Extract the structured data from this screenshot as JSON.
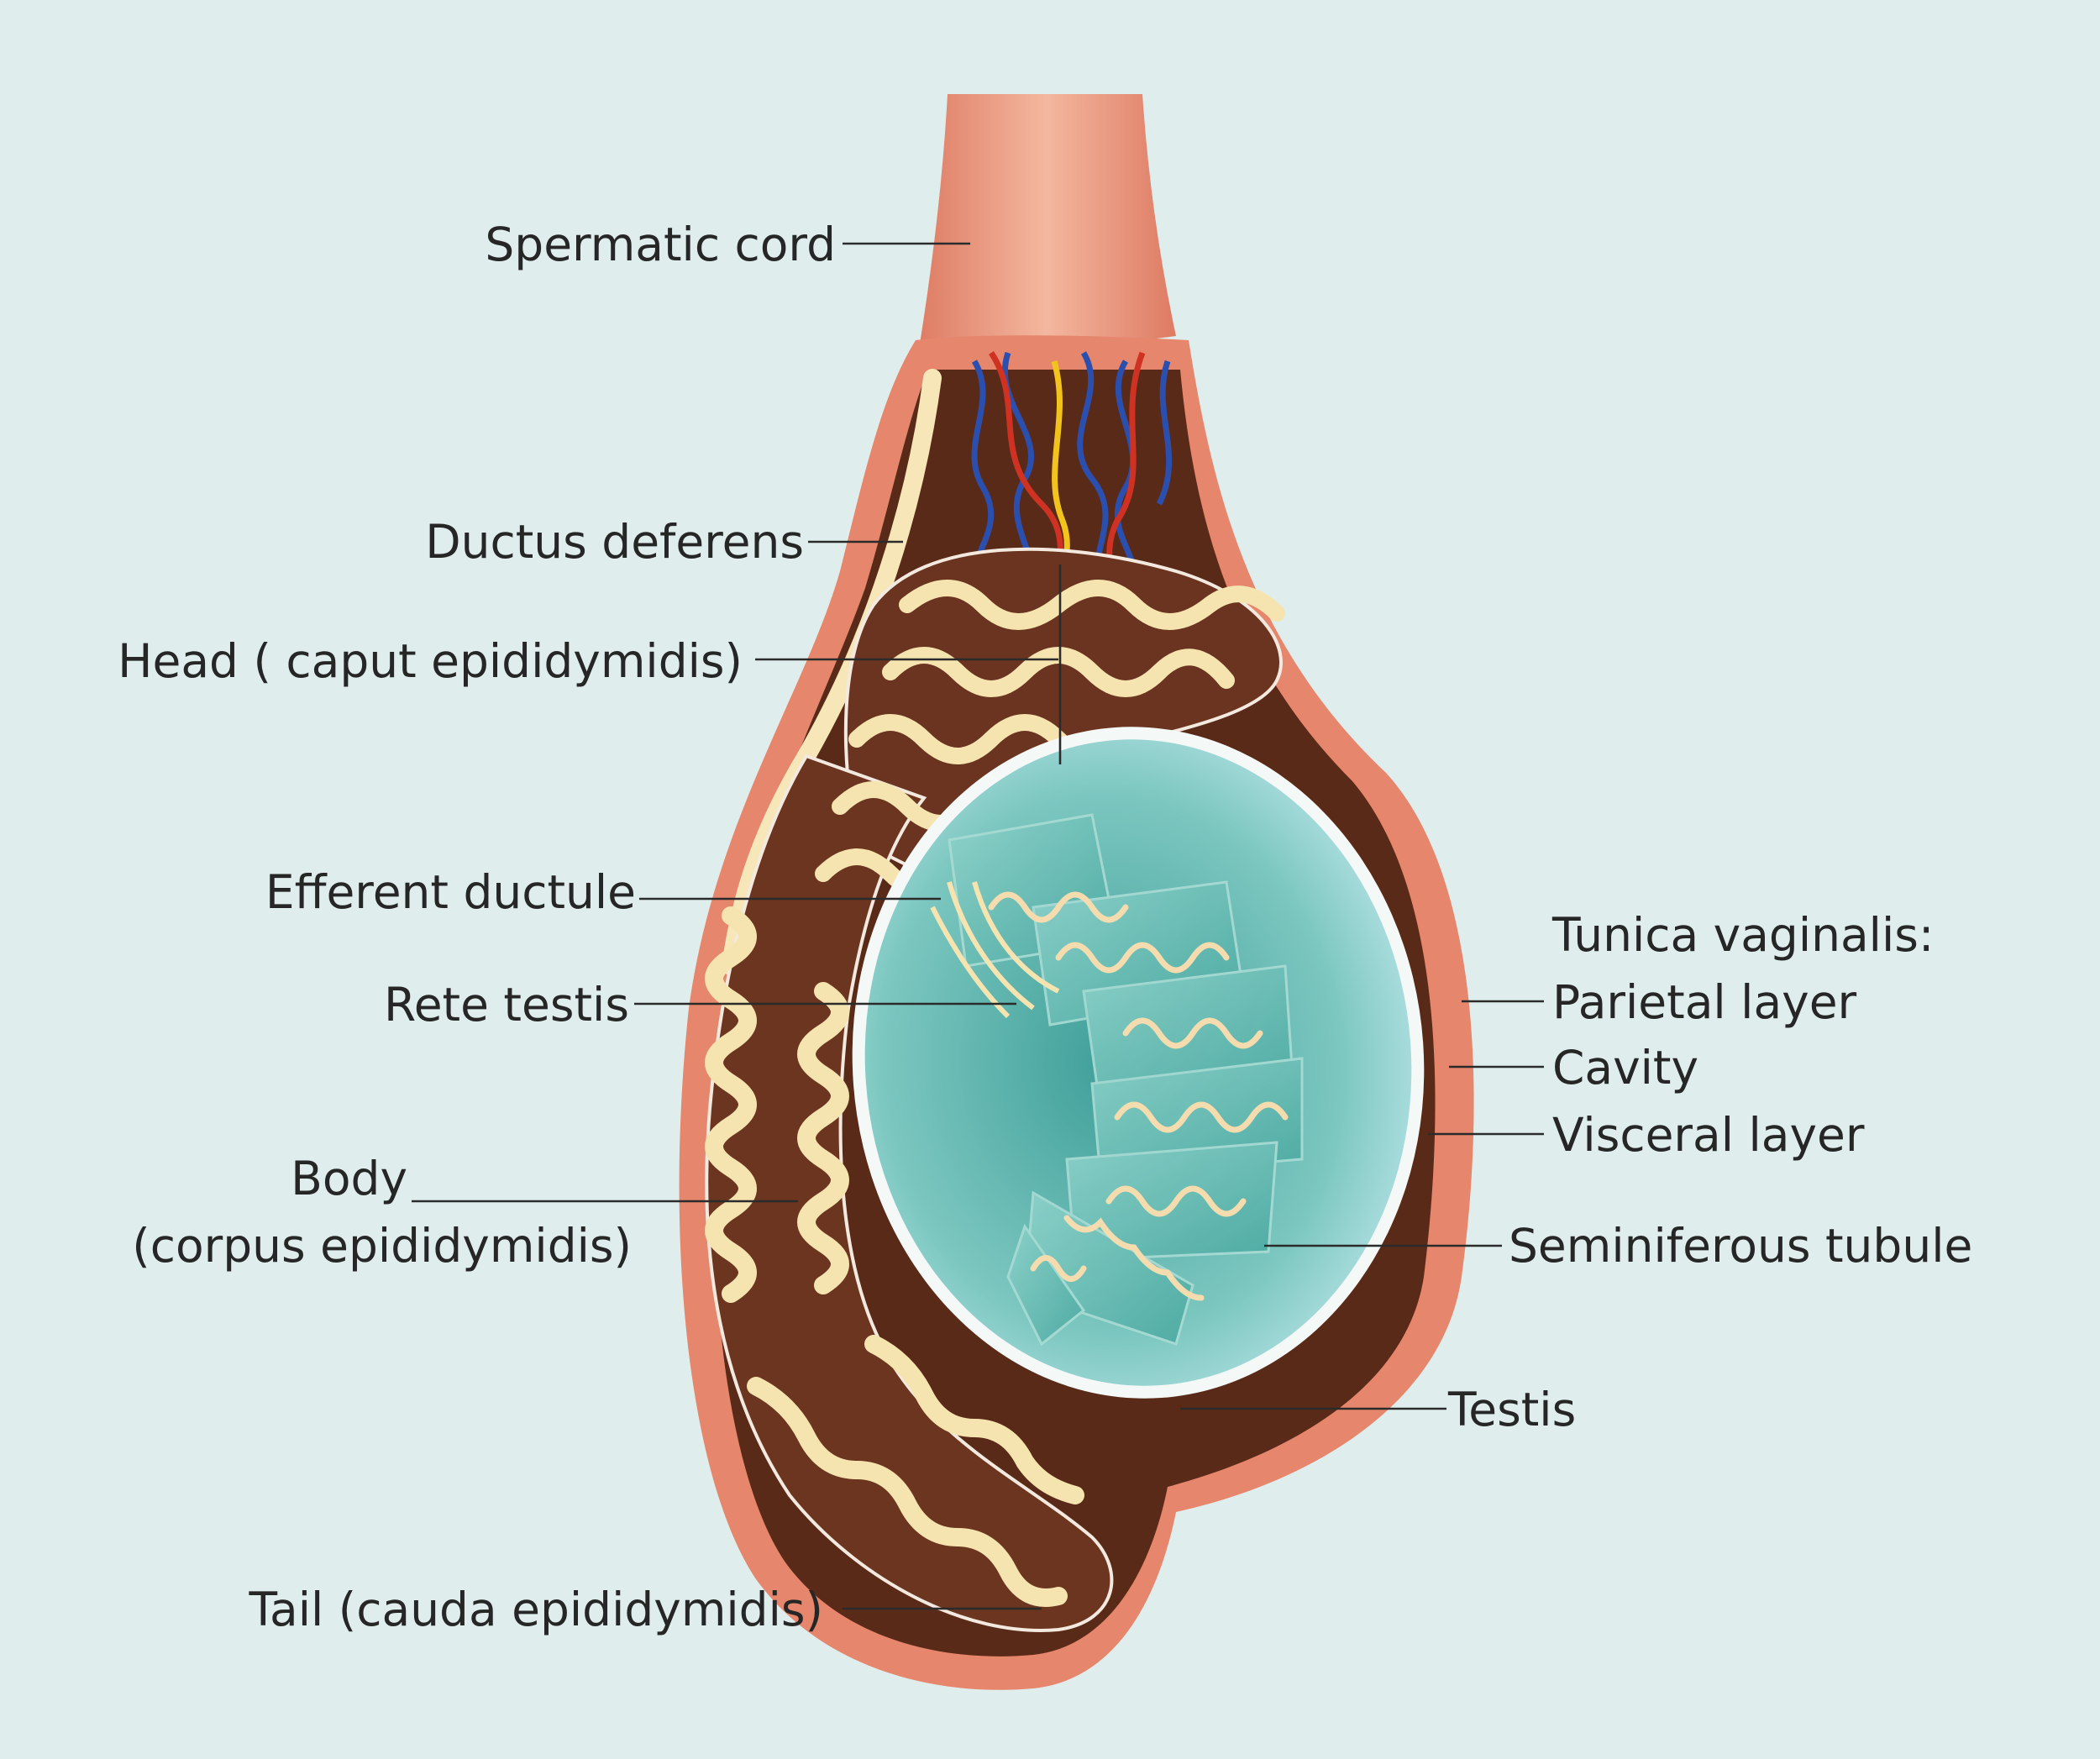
{
  "colors": {
    "background": "#dfeeed",
    "skin": "#e98a72",
    "cavity": "#5a2a18",
    "testis": "#5fb8b0",
    "tubule": "#f6e8c0",
    "vein": "#2b4fae",
    "artery": "#cf3222",
    "nerve": "#f2c31c"
  },
  "labels": {
    "spermatic_cord": "Spermatic cord",
    "ductus_deferens": "Ductus deferens",
    "head": "Head ( caput epididymidis)",
    "efferent_ductule": "Efferent ductule",
    "rete_testis": "Rete testis",
    "body_line1": "Body",
    "body_line2": "(corpus epididymidis)",
    "tail": "Tail (cauda epididymidis)",
    "tunica_vaginalis": "Tunica vaginalis:",
    "parietal_layer": "Parietal layer",
    "cavity": "Cavity",
    "visceral_layer": "Visceral layer",
    "seminiferous_tubule": "Seminiferous tubule",
    "testis": "Testis"
  }
}
